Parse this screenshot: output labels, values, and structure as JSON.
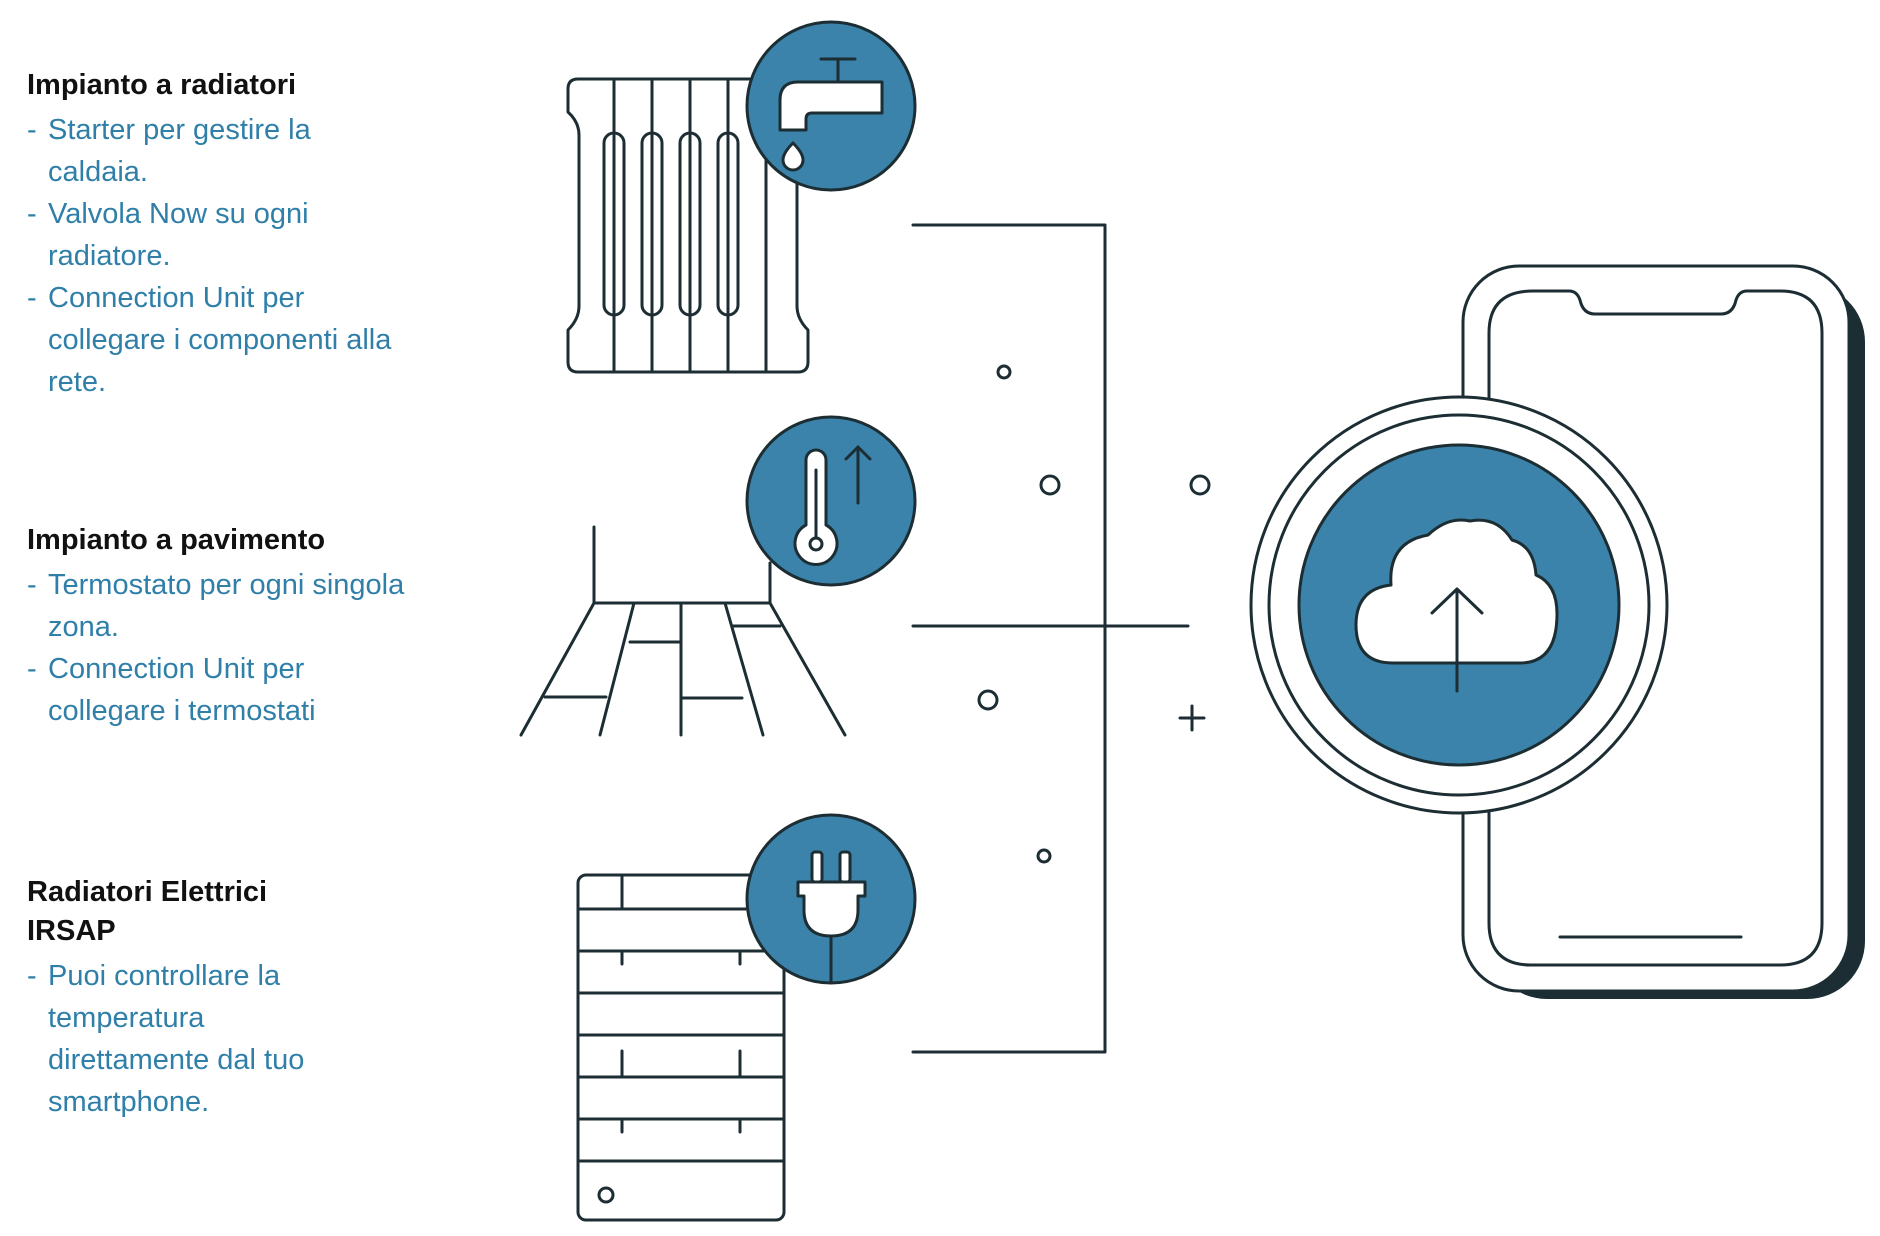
{
  "colors": {
    "accent": "#3b83aa",
    "ink": "#1c2e33",
    "text_blue": "#2f7fa9",
    "heading": "#111111"
  },
  "sections": [
    {
      "heading": "Impianto a radiatori",
      "icon": "faucet-icon",
      "items": [
        "Starter per gestire la caldaia.",
        "Valvola Now su ogni radiatore.",
        "Connection Unit per collegare i componenti alla rete."
      ]
    },
    {
      "heading": "Impianto a pavimento",
      "icon": "thermometer-icon",
      "items": [
        "Termostato per ogni singola zona.",
        "Connection Unit per collegare i termostati"
      ]
    },
    {
      "heading": "Radiatori Elettrici IRSAP",
      "icon": "plug-icon",
      "items": [
        "Puoi controllare la temperatura direttamente dal tuo smartphone."
      ]
    }
  ],
  "hub": {
    "icon": "cloud-upload-icon",
    "device": "smartphone-icon"
  }
}
